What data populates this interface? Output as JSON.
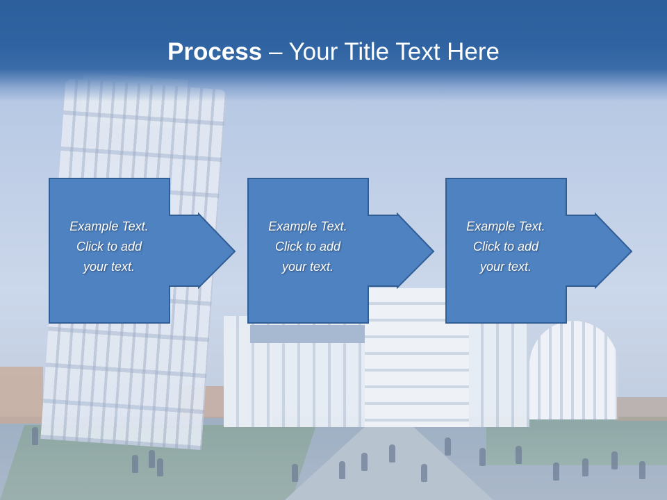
{
  "header": {
    "title_bold": "Process",
    "title_separator": " – ",
    "title_rest": "Your Title Text Here"
  },
  "steps": [
    {
      "line1": "Example Text.",
      "line2": "Click  to add",
      "line3": "your text."
    },
    {
      "line1": "Example Text.",
      "line2": "Click  to add",
      "line3": "your text."
    },
    {
      "line1": "Example Text.",
      "line2": "Click  to add",
      "line3": "your text."
    }
  ],
  "colors": {
    "header_blue": "#2c5f9c",
    "box_fill": "#4f82c1",
    "box_stroke": "#2f5d94",
    "text": "#ffffff"
  }
}
